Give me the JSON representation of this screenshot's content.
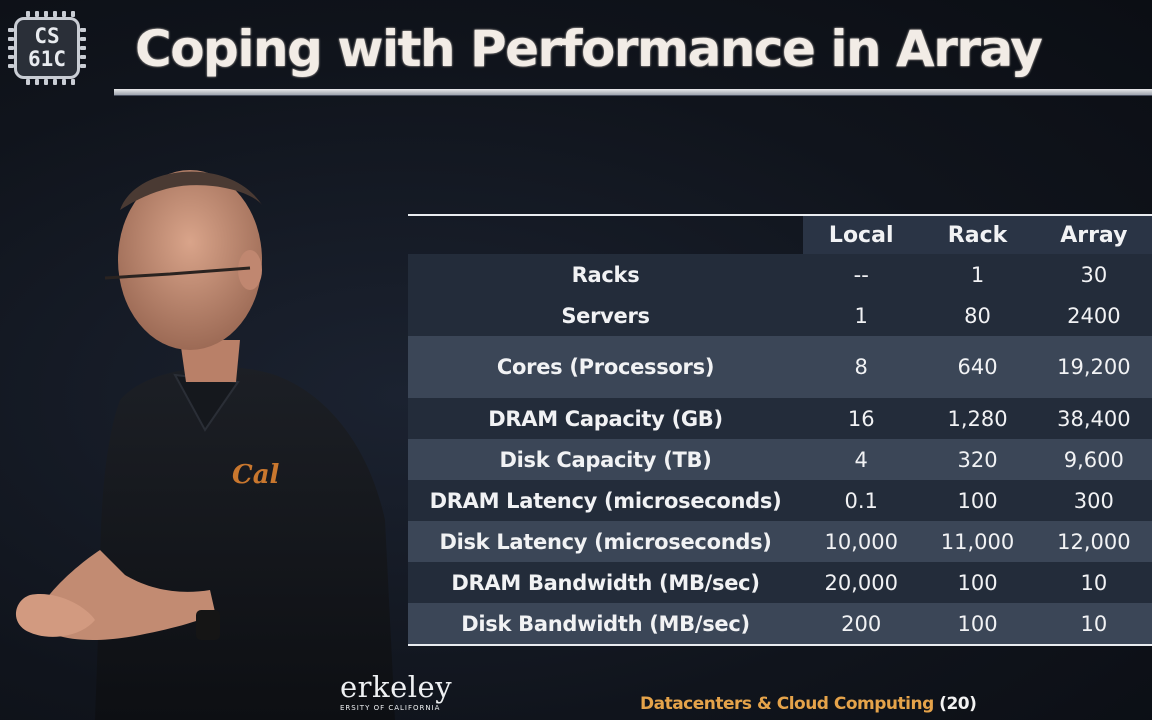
{
  "logo": {
    "line1": "CS",
    "line2": "61C"
  },
  "title": "Coping with Performance in Array",
  "table": {
    "columns": [
      "Local",
      "Rack",
      "Array"
    ],
    "rows": [
      {
        "label": "Racks",
        "values": [
          "--",
          "1",
          "30"
        ]
      },
      {
        "label": "Servers",
        "values": [
          "1",
          "80",
          "2400"
        ]
      },
      {
        "label": "Cores (Processors)",
        "values": [
          "8",
          "640",
          "19,200"
        ]
      },
      {
        "label": "DRAM Capacity (GB)",
        "values": [
          "16",
          "1,280",
          "38,400"
        ]
      },
      {
        "label": "Disk Capacity (TB)",
        "values": [
          "4",
          "320",
          "9,600"
        ]
      },
      {
        "label": "DRAM Latency (microseconds)",
        "values": [
          "0.1",
          "100",
          "300"
        ]
      },
      {
        "label": "Disk Latency (microseconds)",
        "values": [
          "10,000",
          "11,000",
          "12,000"
        ]
      },
      {
        "label": "DRAM Bandwidth (MB/sec)",
        "values": [
          "20,000",
          "100",
          "10"
        ]
      },
      {
        "label": "Disk Bandwidth (MB/sec)",
        "values": [
          "200",
          "100",
          "10"
        ]
      }
    ]
  },
  "footer": {
    "university_word": "erkeley",
    "university_sub": "ERSITY OF CALIFORNIA",
    "topic": "Datacenters & Cloud Computing",
    "page": "(20)"
  },
  "colors": {
    "background": "#10141c",
    "row_dark": "#232c3a",
    "row_light": "#3b4657",
    "footer_topic": "#e5a34a",
    "shirt_logo": "#c9772e"
  },
  "icons": [
    "cs61c-chip-logo"
  ]
}
